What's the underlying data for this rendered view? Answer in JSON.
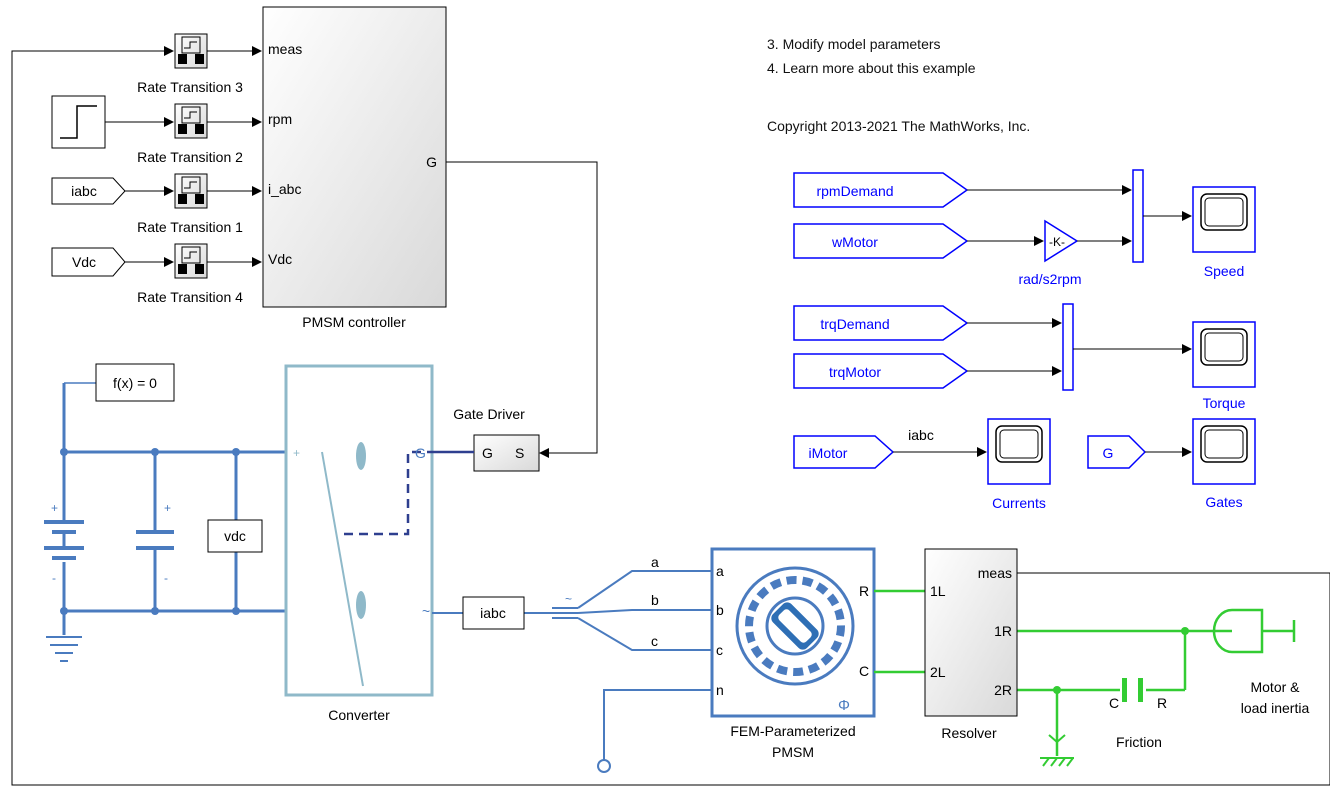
{
  "notes": {
    "item3": "3. Modify model parameters",
    "item4": "4. Learn more about this example",
    "copyright": "Copyright 2013-2021 The MathWorks, Inc."
  },
  "controller": {
    "name": "PMSM controller",
    "ports": {
      "meas": "meas",
      "rpm": "rpm",
      "iabc": "i_abc",
      "vdc": "Vdc",
      "g": "G"
    }
  },
  "rate_transitions": [
    "Rate Transition 3",
    "Rate Transition 2",
    "Rate Transition 1",
    "Rate Transition 4"
  ],
  "froms": {
    "iabc": "iabc",
    "vdc": "Vdc",
    "g": "G",
    "imotor": "iMotor"
  },
  "solver": {
    "label": "f(x) = 0"
  },
  "vdc_sensor": {
    "label": "vdc"
  },
  "iabc_sensor": {
    "label": "iabc"
  },
  "converter": {
    "name": "Converter",
    "g_port": "G",
    "plus": "+",
    "tilde": "~"
  },
  "gate_driver": {
    "name": "Gate Driver",
    "g": "G",
    "s": "S"
  },
  "pmsm": {
    "name_line1": "FEM-Parameterized",
    "name_line2": "PMSM",
    "a": "a",
    "b": "b",
    "c": "c",
    "n": "n",
    "r": "R",
    "c_port": "C",
    "phi": "Φ"
  },
  "phase_labels": {
    "a": "a",
    "b": "b",
    "c": "c"
  },
  "resolver": {
    "name": "Resolver",
    "meas": "meas",
    "p1l": "1L",
    "p1r": "1R",
    "p2l": "2L",
    "p2r": "2R"
  },
  "friction": {
    "name": "Friction",
    "c": "C",
    "r": "R"
  },
  "inertia": {
    "line1": "Motor &",
    "line2": "load inertia"
  },
  "scopes": {
    "gotos": {
      "rpm_demand": "rpmDemand",
      "w_motor": "wMotor",
      "trq_demand": "trqDemand",
      "trq_motor": "trqMotor"
    },
    "gain": {
      "label": "rad/s2rpm",
      "symbol": "-K-"
    },
    "speed": "Speed",
    "torque": "Torque",
    "currents": "Currents",
    "gates": "Gates",
    "signal_iabc": "iabc"
  },
  "cap_signs": {
    "plus": "+",
    "minus": "-"
  },
  "colors": {
    "simulink": "#000000",
    "link": "#0000ff",
    "electrical": "#4a7bbf",
    "mechanical": "#33cc33",
    "converter": "#8fb9c9"
  }
}
